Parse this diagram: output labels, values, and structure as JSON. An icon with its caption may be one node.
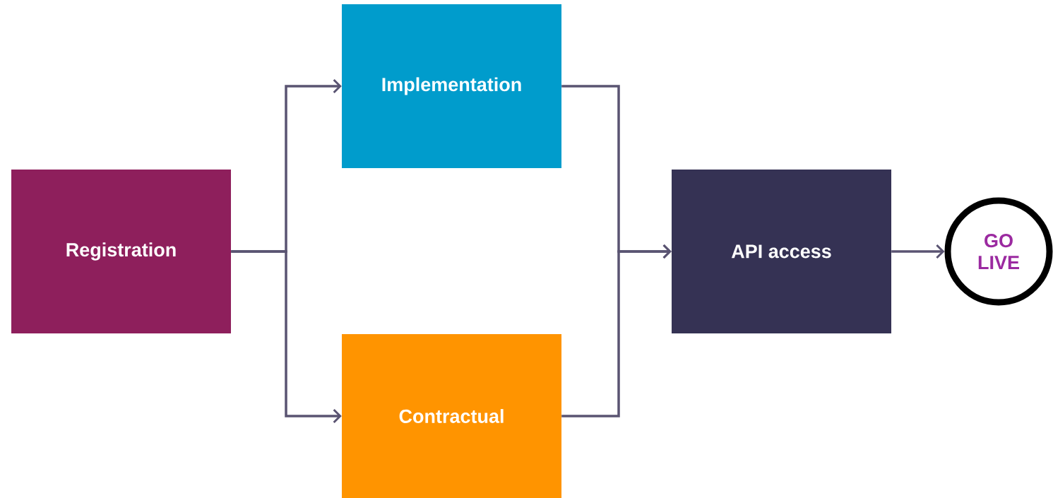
{
  "diagram": {
    "nodes": [
      {
        "text": [
          "Registration"
        ]
      },
      {
        "text": [
          "Implementation"
        ]
      },
      {
        "text": [
          "Contractual"
        ]
      },
      {
        "text": [
          "API access"
        ]
      },
      {
        "text": [
          "GO LIVE"
        ]
      }
    ],
    "edges": [
      {
        "from": 0,
        "to": 1,
        "arrow": "to"
      },
      {
        "from": 0,
        "to": 2,
        "arrow": "to"
      },
      {
        "from": 1,
        "to": 3,
        "arrow": "to"
      },
      {
        "from": 2,
        "to": 3,
        "arrow": "to"
      },
      {
        "from": 3,
        "to": 4,
        "arrow": "to"
      }
    ]
  }
}
